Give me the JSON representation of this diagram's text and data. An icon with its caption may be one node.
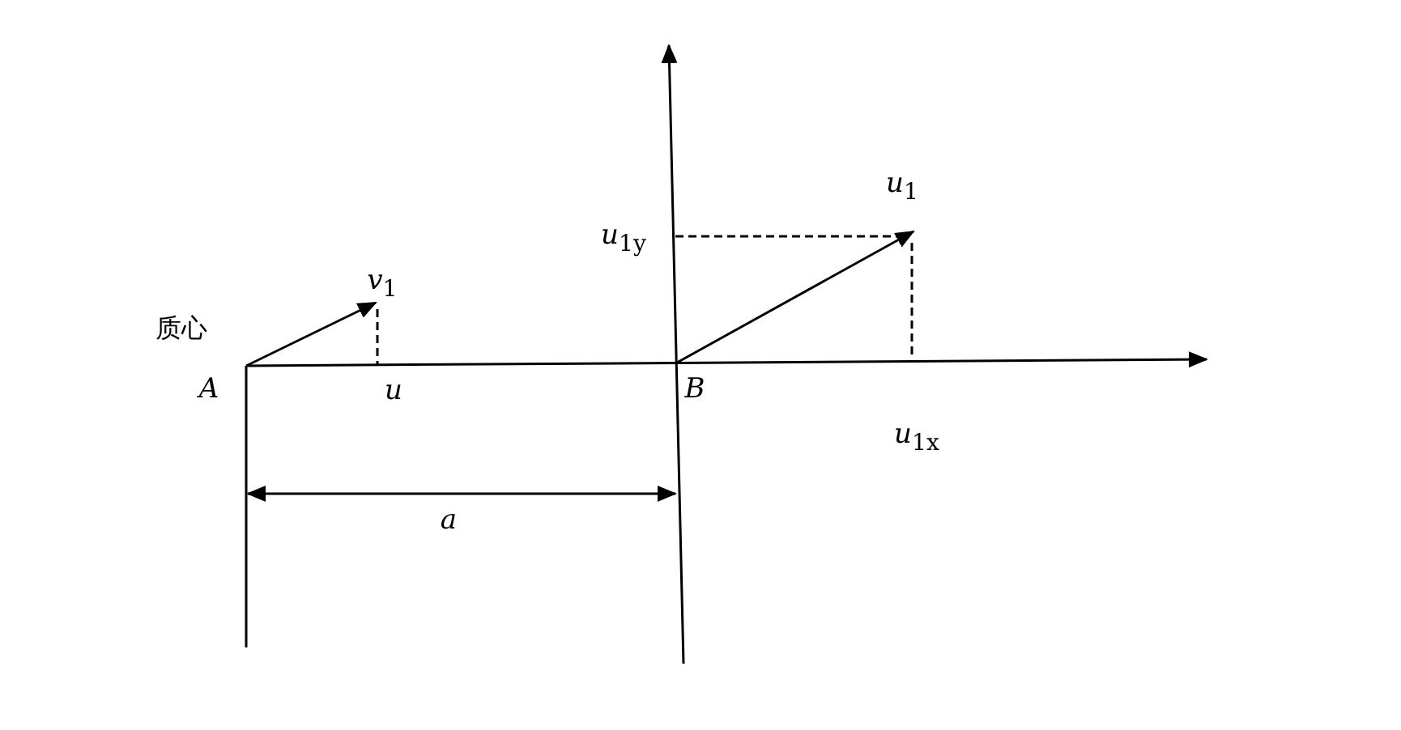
{
  "diagram": {
    "labels": [
      "*u*$_{1}$",
      "*u*$_{1y}$",
      "*v*$_{1}$",
      "质心",
      "A",
      "u",
      "B",
      "*u*$_{1x}$",
      "a"
    ]
  }
}
